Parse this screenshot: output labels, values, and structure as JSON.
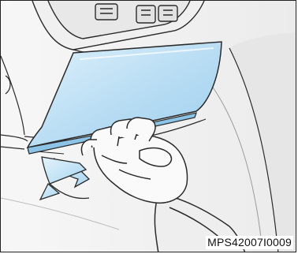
{
  "figure": {
    "image_code": "MPS42007I0009",
    "icons": {
      "panel": "removable-panel",
      "hand": "gloved-hand",
      "arrow": "pull-direction-arrow"
    },
    "colors": {
      "panel_fill": "#b7dcf3",
      "panel_highlight": "#dff1fb",
      "arrow_fill": "#bfe0f4",
      "line": "#2a2a2a",
      "background": "#f4f4f4",
      "shade": "#dcdcdc"
    }
  }
}
